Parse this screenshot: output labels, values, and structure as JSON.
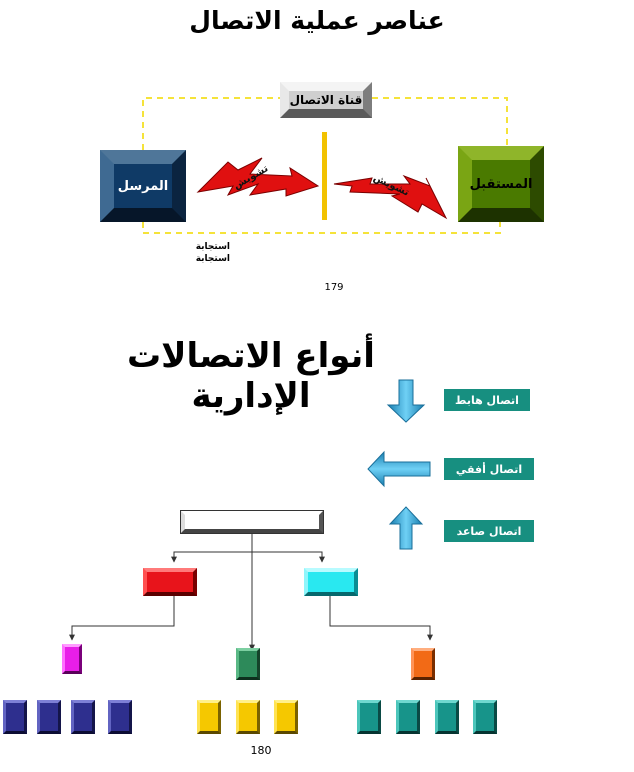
{
  "slide1": {
    "title": "عناصر عملية الاتصال",
    "channel_label": "قناة الاتصال",
    "sender_label": "المرسل",
    "receiver_label": "المستقبل",
    "noise_label_left": "تشويش",
    "noise_label_right": "تشويش",
    "response_lines": [
      "استجابة",
      "استجابة"
    ],
    "page_number": "179",
    "colors": {
      "sender": "#0f3a66",
      "receiver": "#4a7a00",
      "channel": "#cfcfcf",
      "loop": "#f5e33a",
      "divider": "#f2c200",
      "bolt": "#e01010"
    }
  },
  "slide2": {
    "title": "أنواع الاتصالات الإدارية",
    "labels": {
      "down": "اتصال هابط",
      "horizontal": "اتصال أفقي",
      "up": "اتصال صاعد"
    },
    "page_number": "180",
    "colors": {
      "arrow": "#2aa6d8",
      "label_bg": "#178f80",
      "red": "#e8141b",
      "cyan": "#29e8f0",
      "magenta": "#e81ee8",
      "green": "#2d8a5a",
      "orange": "#f26a16",
      "navy": "#2e2f8e",
      "yellow": "#f5c800",
      "teal": "#17948a"
    }
  }
}
